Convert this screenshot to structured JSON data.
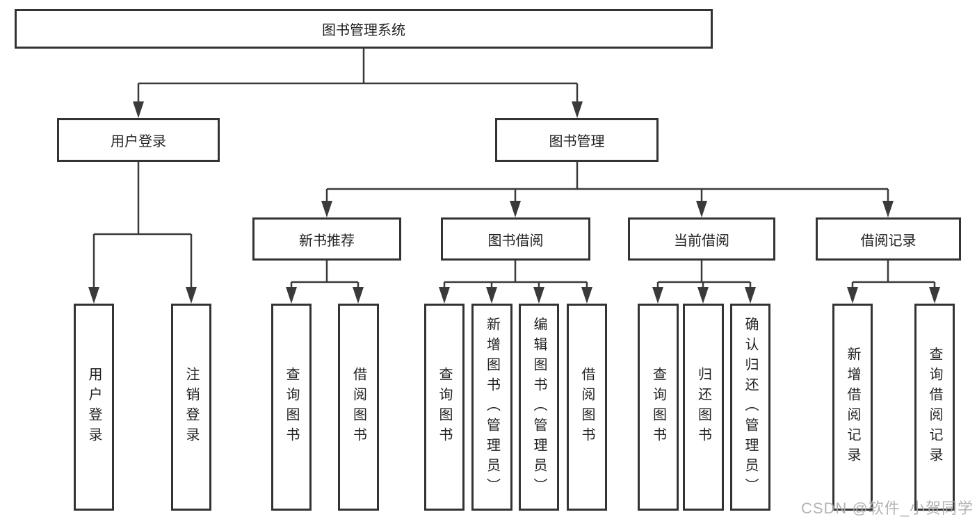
{
  "diagram": {
    "type": "hierarchy",
    "root": {
      "label": "图书管理系统"
    },
    "level2": {
      "user_login": {
        "label": "用户登录"
      },
      "book_mgmt": {
        "label": "图书管理"
      }
    },
    "level3": {
      "new_book_rec": {
        "label": "新书推荐",
        "parent": "图书管理"
      },
      "book_borrow": {
        "label": "图书借阅",
        "parent": "图书管理"
      },
      "current_borrow": {
        "label": "当前借阅",
        "parent": "图书管理"
      },
      "borrow_record": {
        "label": "借阅记录",
        "parent": "图书管理"
      }
    },
    "leaves": {
      "user_login_leaf": {
        "label": "用户登录",
        "parent": "用户登录"
      },
      "logout": {
        "label": "注销登录",
        "parent": "用户登录"
      },
      "query_book_rec": {
        "label": "查询图书",
        "parent": "新书推荐"
      },
      "borrow_book_rec": {
        "label": "借阅图书",
        "parent": "新书推荐"
      },
      "query_book_borrow": {
        "label": "查询图书",
        "parent": "图书借阅"
      },
      "add_book": {
        "label": "新增图书（管理员）",
        "parent": "图书借阅"
      },
      "edit_book": {
        "label": "编辑图书（管理员）",
        "parent": "图书借阅"
      },
      "borrow_book": {
        "label": "借阅图书",
        "parent": "图书借阅"
      },
      "query_book_current": {
        "label": "查询图书",
        "parent": "当前借阅"
      },
      "return_book": {
        "label": "归还图书",
        "parent": "当前借阅"
      },
      "confirm_return": {
        "label": "确认归还（管理员）",
        "parent": "当前借阅"
      },
      "add_borrow_record": {
        "label": "新增借阅记录",
        "parent": "借阅记录"
      },
      "query_borrow_record": {
        "label": "查询借阅记录",
        "parent": "借阅记录"
      }
    }
  },
  "watermark": {
    "text": "CSDN @软件_小贺同学"
  },
  "colors": {
    "line": "#3a3a3a",
    "border": "#333333",
    "text": "#222222",
    "watermark": "#ababab",
    "bg": "#ffffff"
  }
}
